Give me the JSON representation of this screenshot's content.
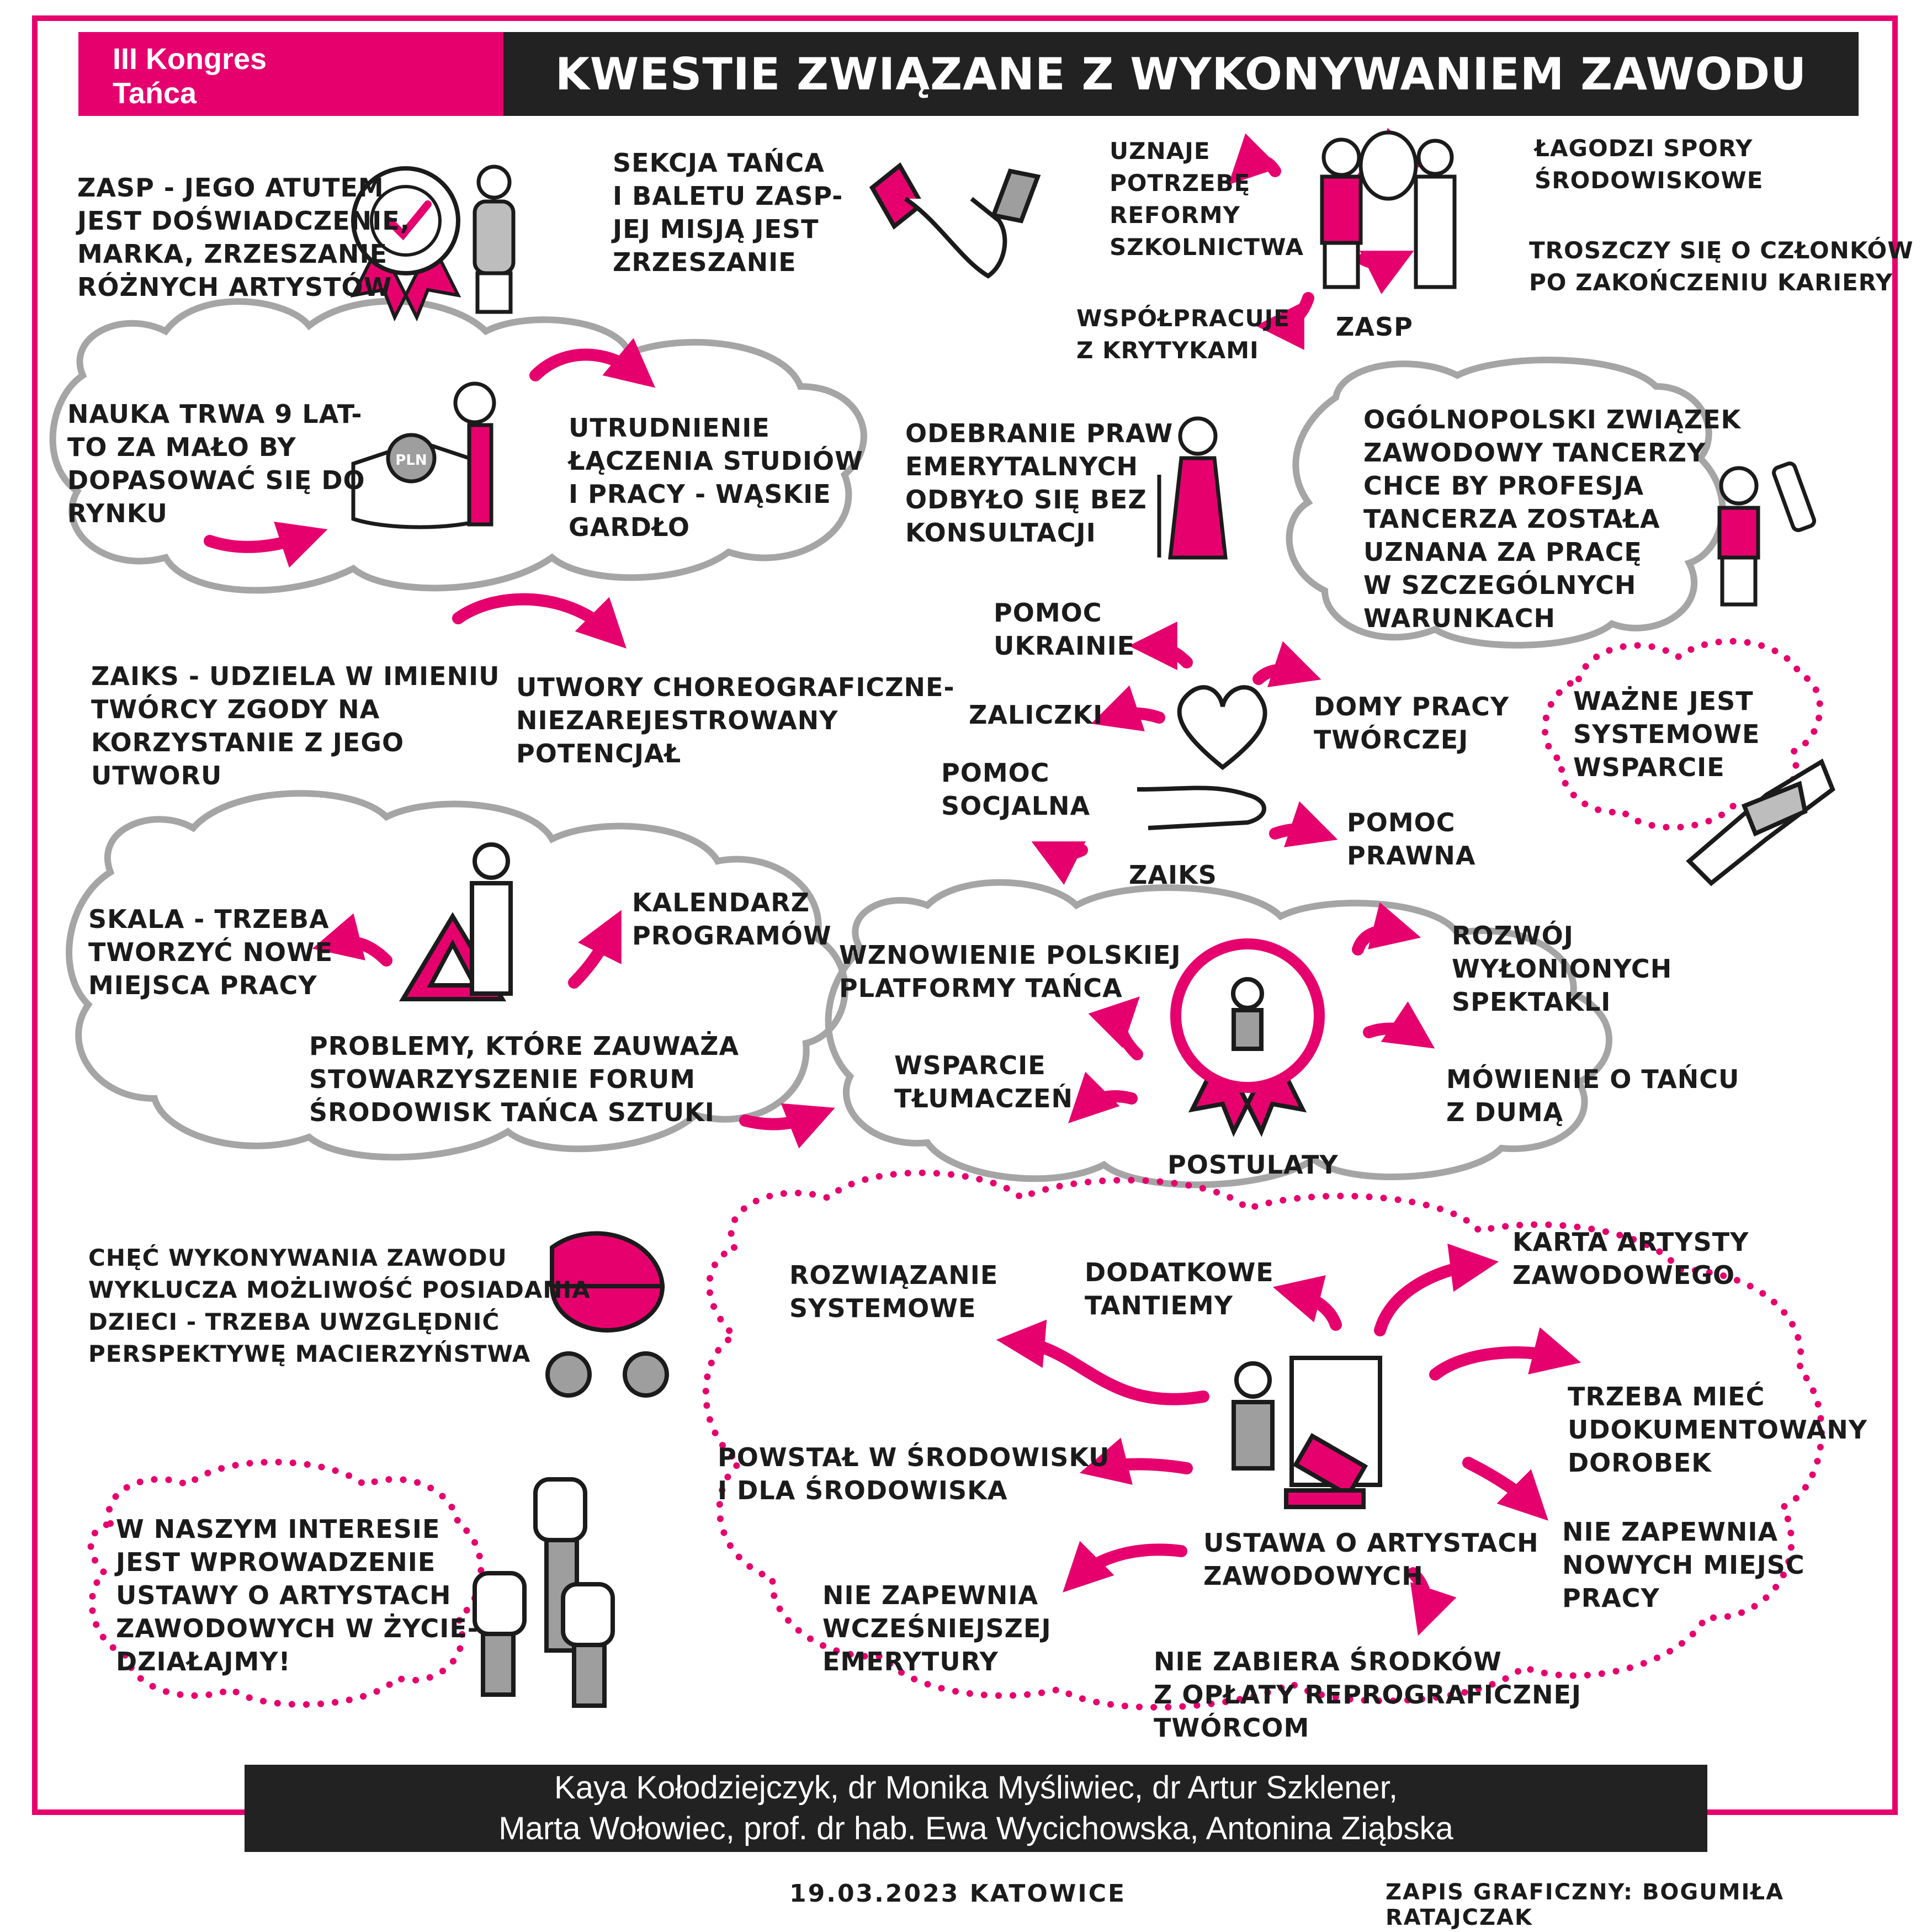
{
  "header": {
    "badge_line1": "III Kongres",
    "badge_line2": "Tańca",
    "title": "KWESTIE ZWIĄZANE Z WYKONYWANIEM ZAWODU"
  },
  "colors": {
    "accent": "#e6006e",
    "dark": "#222222",
    "cloud_gray": "#a5a5a5"
  },
  "notes": {
    "zasp_atut": "ZASP - JEGO ATUTEM\nJEST DOŚWIADCZENIE,\nMARKA, ZRZESZANIE\nRÓŻNYCH ARTYSTÓW",
    "sekcja_tanca": "SEKCJA TAŃCA\nI BALETU ZASP-\nJEJ MISJĄ JEST\nZRZESZANIE",
    "uznaje": "UZNAJE\nPOTRZEBĘ\nREFORMY\nSZKOLNICTWA",
    "lagodzi": "ŁAGODZI SPORY\nŚRODOWISKOWE",
    "troszczy": "TROSZCZY SIĘ O CZŁONKÓW\nPO ZAKOŃCZENIU KARIERY",
    "wspolpracuje": "WSPÓŁPRACUJE\nZ KRYTYKAMI",
    "zasp": "ZASP",
    "nauka": "NAUKA TRWA 9 LAT-\nTO ZA MAŁO BY\nDOPASOWAĆ SIĘ DO\nRYNKU",
    "utrudnienie": "UTRUDNIENIE\nŁĄCZENIA STUDIÓW\nI PRACY - WĄSKIE\nGARDŁO",
    "odebranie": "ODEBRANIE PRAW\nEMERYTALNYCH\nODBYŁO SIĘ BEZ\nKONSULTACJI",
    "ogolnopolski": "OGÓLNOPOLSKI ZWIĄZEK\nZAWODOWY TANCERZY\nCHCE BY PROFESJA\nTANCERZA ZOSTAŁA\nUZNANA ZA PRACĘ\nW SZCZEGÓLNYCH\nWARUNKACH",
    "zaiks_udziela": "ZAIKS - UDZIELA W IMIENIU\nTWÓRCY ZGODY NA\nKORZYSTANIE Z JEGO\nUTWORU",
    "utwory": "UTWORY CHOREOGRAFICZNE-\nNIEZAREJESTROWANY\nPOTENCJAŁ",
    "pomoc_ukrainie": "POMOC\nUKRAINIE",
    "zaliczki": "ZALICZKI",
    "domy_pracy": "DOMY PRACY\nTWÓRCZEJ",
    "pomoc_socjalna": "POMOC\nSOCJALNA",
    "pomoc_prawna": "POMOC\nPRAWNA",
    "zaiks": "ZAIKS",
    "wazne": "WAŻNE JEST\nSYSTEMOWE\nWSPARCIE",
    "skala": "SKALA - TRZEBA\nTWORZYĆ NOWE\nMIEJSCA PRACY",
    "kalendarz": "KALENDARZ\nPROGRAMÓW",
    "problemy": "PROBLEMY, KTÓRE ZAUWAŻA\nSTOWARZYSZENIE FORUM\nŚRODOWISK TAŃCA SZTUKI",
    "wznowienie": "WZNOWIENIE POLSKIEJ\nPLATFORMY TAŃCA",
    "rozwoj": "ROZWÓJ\nWYŁONIONYCH\nSPEKTAKLI",
    "wsparcie_tlumaczen": "WSPARCIE\nTŁUMACZEŃ",
    "mowienie": "MÓWIENIE O TAŃCU\nZ DUMĄ",
    "postulaty": "POSTULATY",
    "chec": "CHĘĆ WYKONYWANIA ZAWODU\nWYKLUCZA MOŻLIWOŚĆ POSIADANIA\nDZIECI - TRZEBA UWZGLĘDNIĆ\nPERSPEKTYWĘ MACIERZYŃSTWA",
    "rozwiazanie": "ROZWIĄZANIE\nSYSTEMOWE",
    "dodatkowe": "DODATKOWE\nTANTIEMY",
    "karta": "KARTA ARTYSTY\nZAWODOWEGO",
    "trzeba_miec": "TRZEBA MIEĆ\nUDOKUMENTOWANY\nDOROBEK",
    "powstal": "POWSTAŁ W ŚRODOWISKU\nI DLA ŚRODOWISKA",
    "ustawa": "USTAWA O ARTYSTACH\nZAWODOWYCH",
    "nie_nowych": "NIE ZAPEWNIA\nNOWYCH MIEJSC\nPRACY",
    "nie_emerytury": "NIE ZAPEWNIA\nWCZEŚNIEJSZEJ\nEMERYTURY",
    "nie_zabiera": "NIE ZABIERA ŚRODKÓW\nZ OPŁATY REPROGRAFICZNEJ\nTWÓRCOM",
    "interes": "W NASZYM INTERESIE\nJEST WPROWADZENIE\nUSTAWY O ARTYSTACH\nZAWODOWYCH W ŻYCIE-\nDZIAŁAJMY!"
  },
  "icons": {
    "pln_label": "PLN"
  },
  "footer": {
    "line1": "Kaya Kołodziejczyk, dr Monika Myśliwiec, dr Artur Szklener,",
    "line2": "Marta Wołowiec, prof. dr hab. Ewa Wycichowska, Antonina Ziąbska",
    "date": "19.03.2023   KATOWICE",
    "credit": "ZAPIS GRAFICZNY: BOGUMIŁA RATAJCZAK"
  }
}
